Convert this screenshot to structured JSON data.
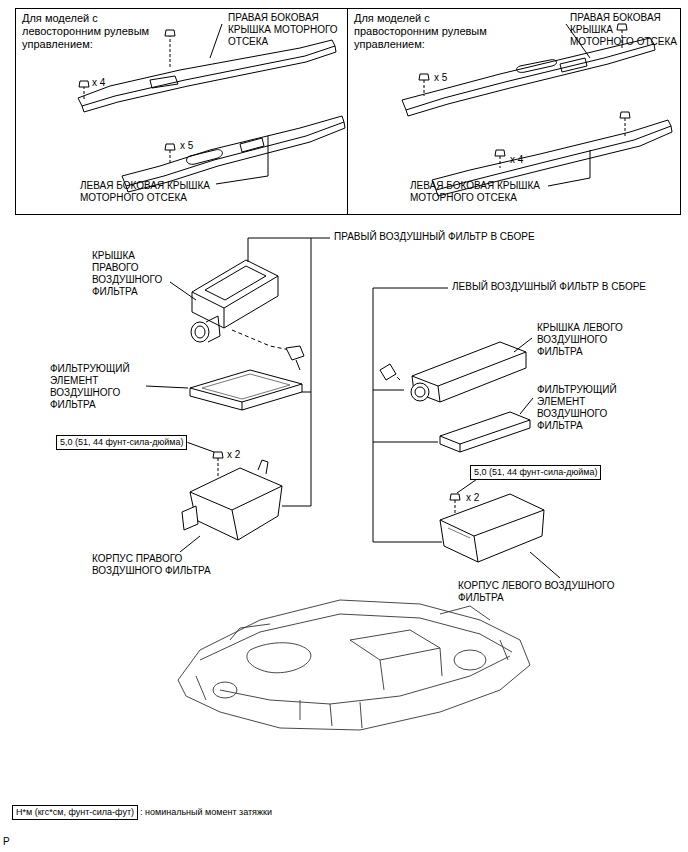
{
  "diagram": {
    "nodes": [
      {
        "text": [
          "Для моделей с левосторонним рулевым управлением:"
        ]
      },
      {
        "text": [
          "Для моделей с правосторонним рулевым управлением:"
        ]
      },
      {
        "text": [
          "5,0 (51, 44 фунт-сила-дюйма)"
        ]
      },
      {
        "text": [
          "5,0 (51, 44 фунт-сила-дюйма)"
        ]
      },
      {
        "text": [
          "Н*м (кгс*см, фунт-сила-фут)"
        ]
      }
    ],
    "labels": [
      "ПРАВАЯ БОКОВАЯ КРЫШКА МОТОРНОГО ОТСЕКА",
      "x 4",
      "x 5",
      "ЛЕВАЯ БОКОВАЯ КРЫШКА МОТОРНОГО ОТСЕКА",
      "ПРАВАЯ БОКОВАЯ КРЫШКА МОТОРНОГО ОТСЕКА",
      "x 5",
      "x 4",
      "ЛЕВАЯ БОКОВАЯ КРЫШКА МОТОРНОГО ОТСЕКА",
      "ПРАВЫЙ ВОЗДУШНЫЙ ФИЛЬТР В СБОРЕ",
      "КРЫШКА ПРАВОГО ВОЗДУШНОГО ФИЛЬТРА",
      "ЛЕВЫЙ ВОЗДУШНЫЙ ФИЛЬТР В СБОРЕ",
      "КРЫШКА ЛЕВОГО ВОЗДУШНОГО ФИЛЬТРА",
      "ФИЛЬТРУЮЩИЙ ЭЛЕМЕНТ ВОЗДУШНОГО ФИЛЬТРА",
      "ФИЛЬТРУЮЩИЙ ЭЛЕМЕНТ ВОЗДУШНОГО ФИЛЬТРА",
      "x 2",
      "x 2",
      "КОРПУС ПРАВОГО ВОЗДУШНОГО ФИЛЬТРА",
      "КОРПУС ЛЕВОГО ВОЗДУШНОГО ФИЛЬТРА",
      ": номинальный момент затяжки",
      "P"
    ]
  }
}
